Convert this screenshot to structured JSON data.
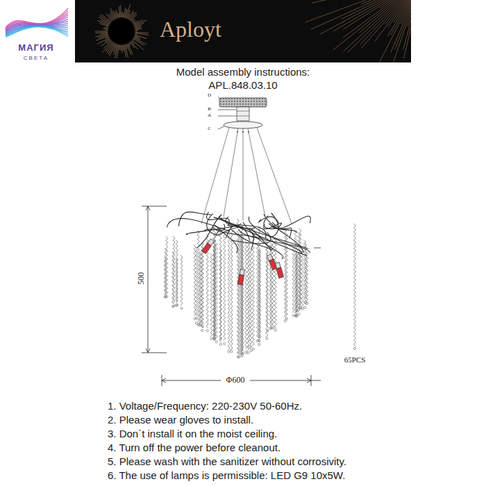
{
  "diagram": {
    "title": "Model assembly instructions:",
    "nodes": [
      {
        "text": [
          "Aployt"
        ]
      }
    ],
    "labels": [
      "МАГИЯ",
      "СВЕТА",
      "APL.848.03.10",
      "D",
      "B",
      "A",
      "C",
      "500",
      "Φ600",
      "65PCS",
      "1. Voltage/Frequency: 220-230V 50-60Hz.",
      "2. Please wear gloves to install.",
      "3. Don`t install it on the moist ceiling.",
      "4. Turn off the power before cleanout.",
      "5. Please wash with the sanitizer without corrosivity.",
      "6. The use of lamps is permissible: LED G9 10x5W."
    ]
  }
}
